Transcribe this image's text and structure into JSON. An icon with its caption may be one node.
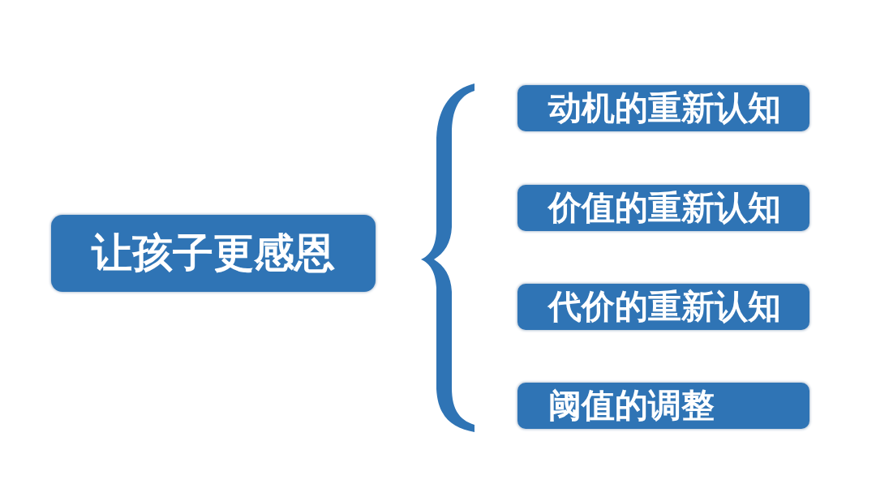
{
  "diagram": {
    "nodes": [
      {
        "text": [
          "让孩子更感恩"
        ]
      },
      {
        "text": [],
        "shape": "brace"
      },
      {
        "text": [
          "动机的重新认知"
        ]
      },
      {
        "text": [
          "价值的重新认知"
        ]
      },
      {
        "text": [
          "代价的重新认知"
        ]
      },
      {
        "text": [
          "阈值的调整"
        ]
      }
    ]
  }
}
